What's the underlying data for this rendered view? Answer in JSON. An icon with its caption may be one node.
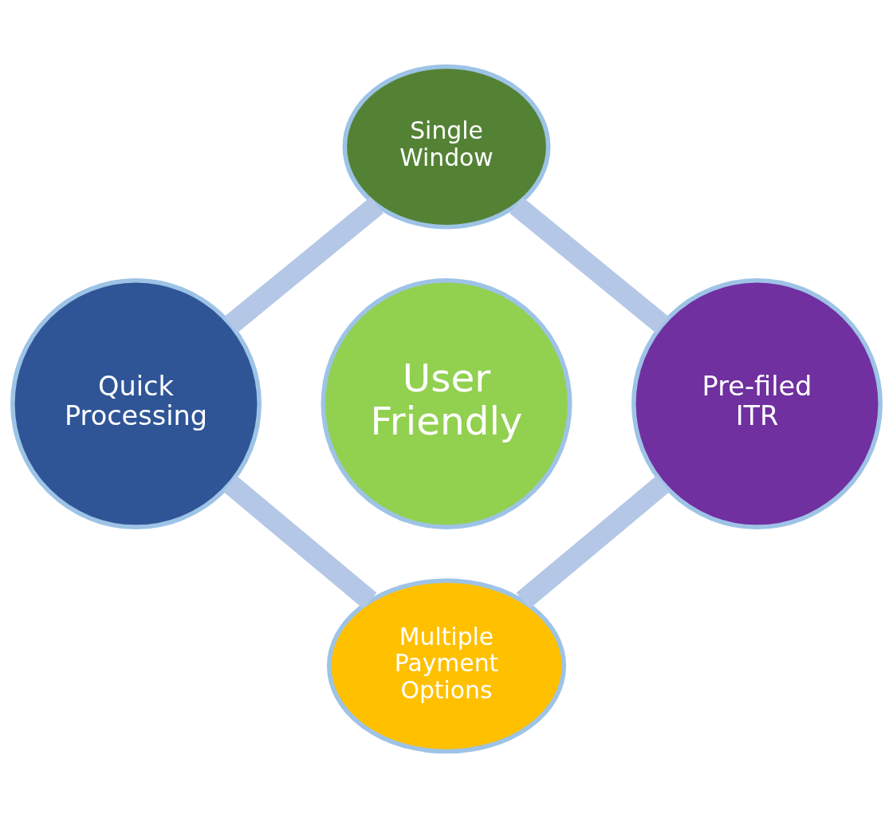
{
  "diagram": {
    "nodes": [
      {
        "text": [
          "Single Window"
        ]
      },
      {
        "text": [
          "Quick Processing"
        ]
      },
      {
        "text": [
          "User Friendly"
        ]
      },
      {
        "text": [
          "Pre-filed ITR"
        ]
      },
      {
        "text": [
          "Multiple Payment Options"
        ]
      }
    ],
    "edges": [
      {
        "from": 0,
        "to": 3,
        "arrow": "none"
      },
      {
        "from": 3,
        "to": 4,
        "arrow": "none"
      },
      {
        "from": 4,
        "to": 1,
        "arrow": "none"
      },
      {
        "from": 1,
        "to": 0,
        "arrow": "none"
      }
    ]
  }
}
